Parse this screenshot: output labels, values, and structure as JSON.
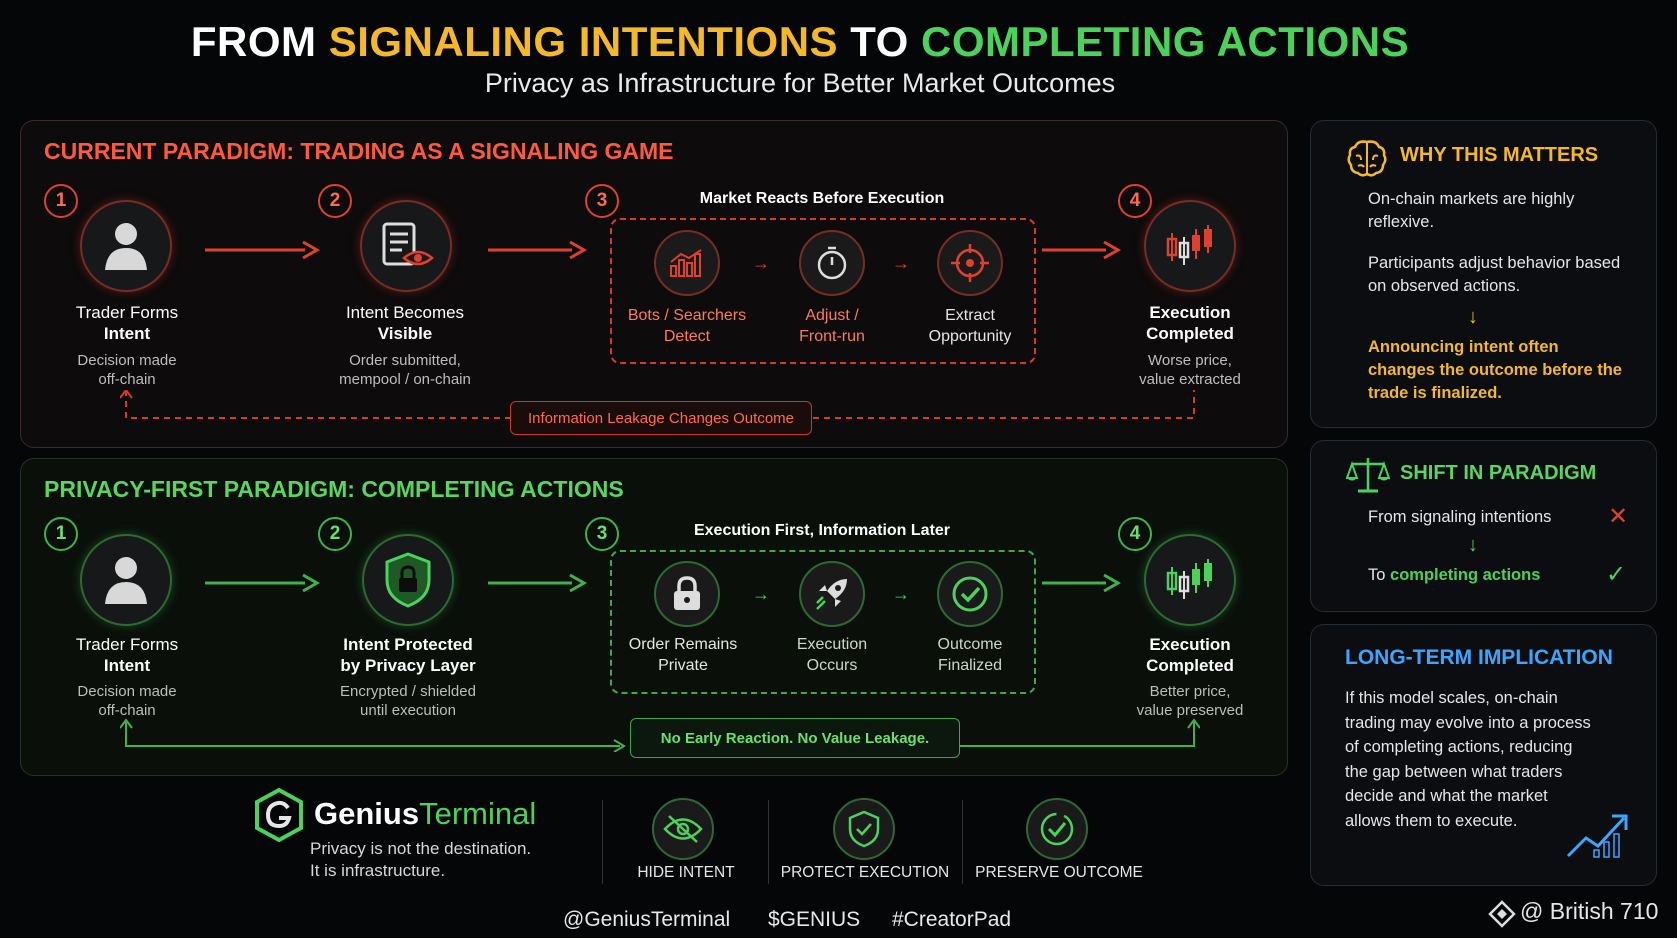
{
  "header": {
    "title_part1": "FROM ",
    "title_part2": "SIGNALING INTENTIONS",
    "title_part3": " TO ",
    "title_part4": "COMPLETING ACTIONS",
    "subtitle": "Privacy as Infrastructure for Better Market Outcomes"
  },
  "current": {
    "title": "CURRENT PARADIGM: TRADING AS A SIGNALING GAME",
    "step1": {
      "num": "1",
      "title1": "Trader Forms",
      "title2": "Intent",
      "sub1": "Decision made",
      "sub2": "off-chain"
    },
    "step2": {
      "num": "2",
      "title1": "Intent Becomes",
      "title2": "Visible",
      "sub1": "Order submitted,",
      "sub2": "mempool / on-chain"
    },
    "step3": {
      "num": "3",
      "box_title": "Market Reacts Before Execution",
      "a1": "Bots / Searchers",
      "a2": "Detect",
      "b1": "Adjust /",
      "b2": "Front-run",
      "c1": "Extract",
      "c2": "Opportunity"
    },
    "step4": {
      "num": "4",
      "title1": "Execution",
      "title2": "Completed",
      "sub1": "Worse price,",
      "sub2": "value extracted"
    },
    "leak": "Information Leakage Changes Outcome"
  },
  "privacy": {
    "title": "PRIVACY-FIRST PARADIGM: COMPLETING ACTIONS",
    "step1": {
      "num": "1",
      "title1": "Trader Forms",
      "title2": "Intent",
      "sub1": "Decision made",
      "sub2": "off-chain"
    },
    "step2": {
      "num": "2",
      "title1": "Intent Protected",
      "title2": "by Privacy Layer",
      "sub1": "Encrypted / shielded",
      "sub2": "until execution"
    },
    "step3": {
      "num": "3",
      "box_title": "Execution First, Information Later",
      "a1": "Order Remains",
      "a2": "Private",
      "b1": "Execution",
      "b2": "Occurs",
      "c1": "Outcome",
      "c2": "Finalized"
    },
    "step4": {
      "num": "4",
      "title1": "Execution",
      "title2": "Completed",
      "sub1": "Better price,",
      "sub2": "value preserved"
    },
    "noleak": "No Early Reaction. No Value Leakage."
  },
  "why": {
    "title": "WHY THIS MATTERS",
    "p1": "On-chain markets are highly reflexive.",
    "p2": "Participants adjust behavior based on observed actions.",
    "arrow": "↓",
    "p3": "Announcing intent often changes the outcome before the trade is finalized."
  },
  "shift": {
    "title": "SHIFT IN PARADIGM",
    "from": "From signaling intentions",
    "arrow": "↓",
    "to_prefix": "To ",
    "to_highlight": "completing actions",
    "cross": "✕",
    "check": "✓"
  },
  "longterm": {
    "title": "LONG-TERM IMPLICATION",
    "text": "If this model scales, on-chain trading may evolve into a process of completing actions, reducing the gap between what traders decide and what the market allows them to execute."
  },
  "brand": {
    "name1": "Genius",
    "name2": "Terminal",
    "tag1": "Privacy is not the destination.",
    "tag2": "It is infrastructure."
  },
  "features": [
    {
      "label": "HIDE INTENT",
      "icon": "eye-slash-icon"
    },
    {
      "label": "PROTECT EXECUTION",
      "icon": "shield-check-icon"
    },
    {
      "label": "PRESERVE OUTCOME",
      "icon": "check-circle-icon"
    }
  ],
  "footer": {
    "tag1": "@GeniusTerminal",
    "tag2": "$GENIUS",
    "tag3": "#CreatorPad",
    "watermark": "@ British 710"
  },
  "colors": {
    "red": "#e0402e",
    "green": "#4bd25a",
    "yellow": "#f5b828",
    "blue": "#3ba6ff"
  }
}
